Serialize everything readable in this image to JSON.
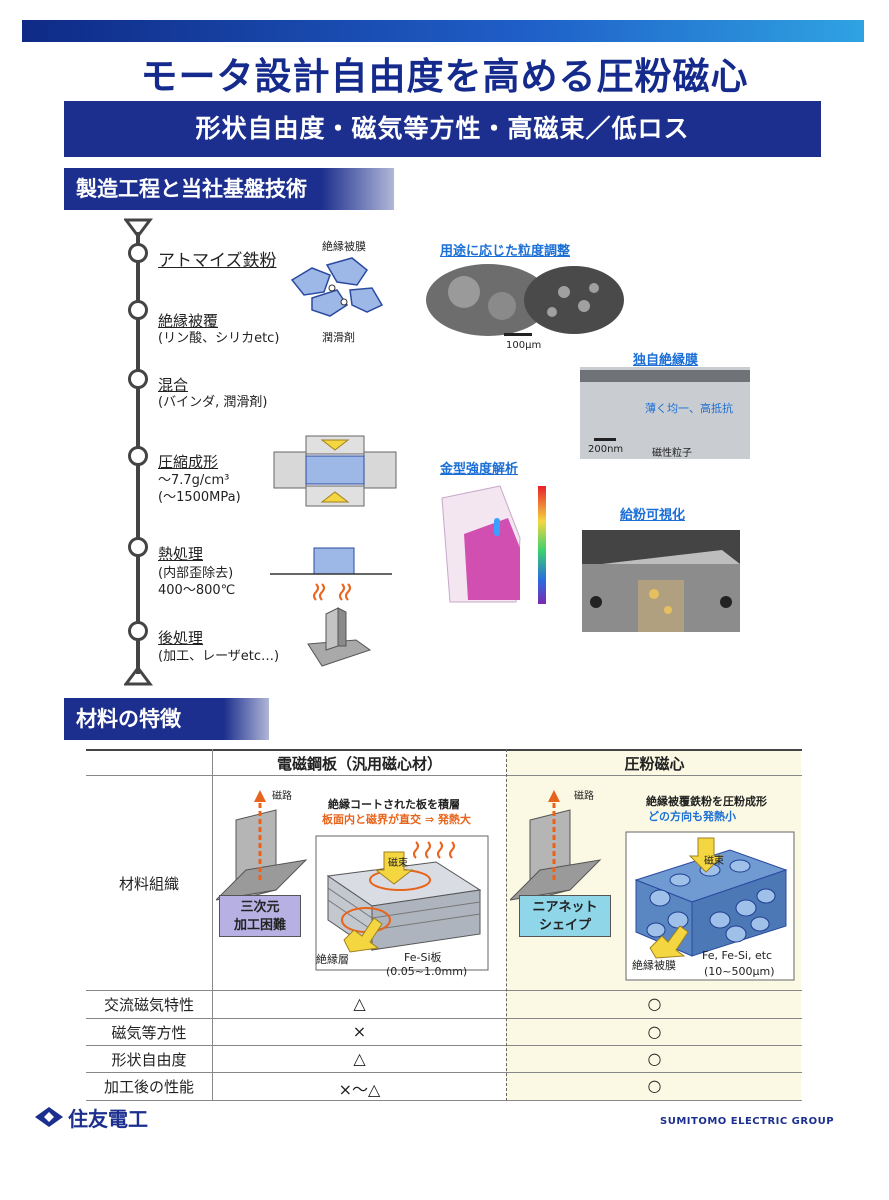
{
  "title": "モータ設計自由度を高める圧粉磁心",
  "subtitle": "形状自由度・磁気等方性・高磁束／低ロス",
  "section1": {
    "heading": "製造工程と当社基盤技術",
    "steps": [
      {
        "title": "アトマイズ鉄粉",
        "detail": ""
      },
      {
        "title": "絶縁被覆",
        "detail": "(リン酸、シリカetc)"
      },
      {
        "title": "混合",
        "detail": "(バインダ, 潤滑剤)"
      },
      {
        "title": "圧縮成形",
        "detail": "～7.7g/cm³\n(～1500MPa)"
      },
      {
        "title": "熱処理",
        "detail": "(内部歪除去)\n400～800℃"
      },
      {
        "title": "後処理",
        "detail": "(加工、レーザetc…)"
      }
    ],
    "powder_labels": {
      "coating": "絶縁被膜",
      "lubricant": "潤滑剤"
    },
    "captions": {
      "particle": "用途に応じた粒度調整",
      "insulation": "独自絶縁膜",
      "mold": "金型強度解析",
      "feed": "給粉可視化"
    },
    "particle_scale": "100μm",
    "insulation_note": "薄く均一、高抵抗",
    "insulation_scale": "200nm",
    "insulation_label": "磁性粒子"
  },
  "section2": {
    "heading": "材料の特徴",
    "columns": [
      "電磁鋼板（汎用磁心材）",
      "圧粉磁心"
    ],
    "structure_label": "材料組織",
    "steel": {
      "path": "磁路",
      "note1": "絶縁コートされた板を積層",
      "note2": "板面内と磁界が直交 ⇒ 発熱大",
      "flux": "磁束",
      "badge": "三次元\n加工困難",
      "layer": "絶縁層",
      "plate": "Fe-Si板",
      "plate_size": "(0.05~1.0mm)"
    },
    "powder": {
      "path": "磁路",
      "note1": "絶縁被覆鉄粉を圧粉成形",
      "note2": "どの方向も発熱小",
      "flux": "磁束",
      "badge": "ニアネット\nシェイプ",
      "coating": "絶縁被膜",
      "material": "Fe, Fe-Si, etc",
      "size": "(10~500μm)"
    },
    "rows": [
      {
        "label": "交流磁気特性",
        "steel": "△",
        "powder": "○"
      },
      {
        "label": "磁気等方性",
        "steel": "×",
        "powder": "○"
      },
      {
        "label": "形状自由度",
        "steel": "△",
        "powder": "○"
      },
      {
        "label": "加工後の性能",
        "steel": "×～△",
        "powder": "○"
      }
    ]
  },
  "footer": {
    "brand": "住友電工",
    "group": "SUMITOMO ELECTRIC GROUP"
  },
  "colors": {
    "navy": "#1d2f8e",
    "accent_blue": "#1b6fd6",
    "orange": "#e8641b"
  }
}
